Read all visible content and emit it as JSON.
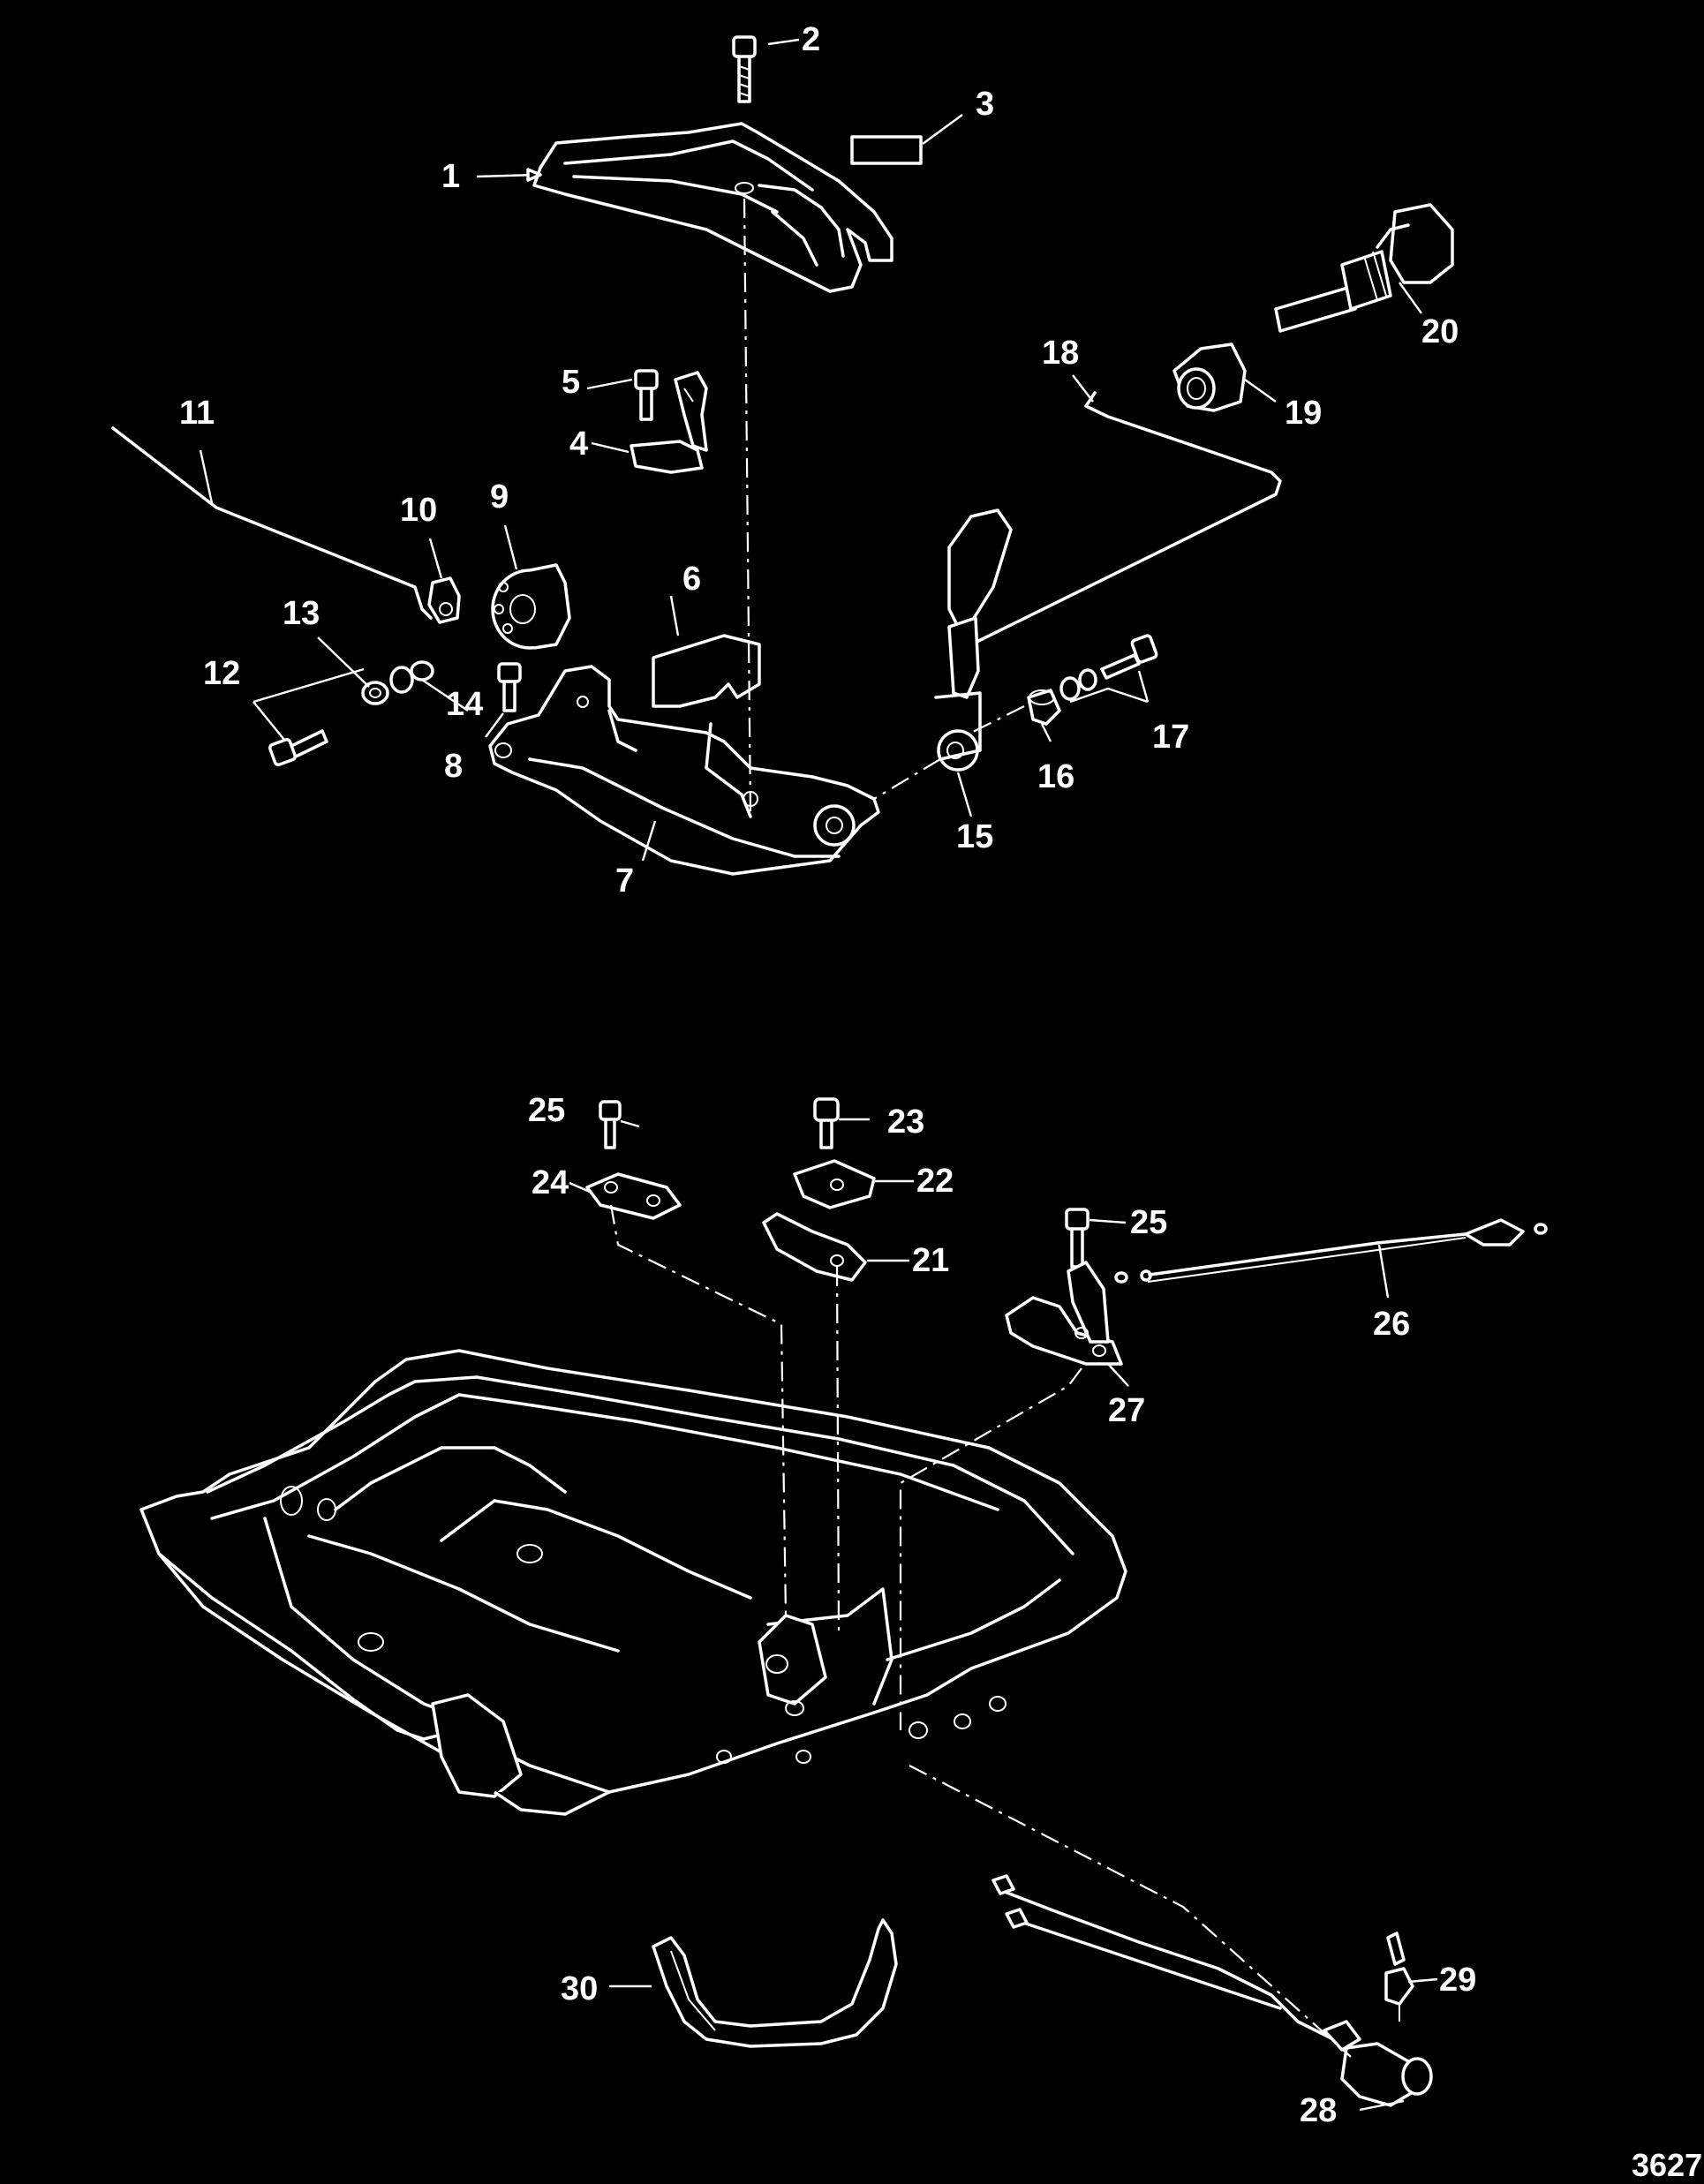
{
  "drawing_number": "3627",
  "callouts": [
    "1",
    "2",
    "3",
    "4",
    "5",
    "6",
    "7",
    "8",
    "9",
    "10",
    "11",
    "12",
    "13",
    "14",
    "15",
    "16",
    "17",
    "18",
    "19",
    "20",
    "21",
    "22",
    "23",
    "24",
    "25",
    "25",
    "26",
    "27",
    "28",
    "29",
    "30"
  ]
}
